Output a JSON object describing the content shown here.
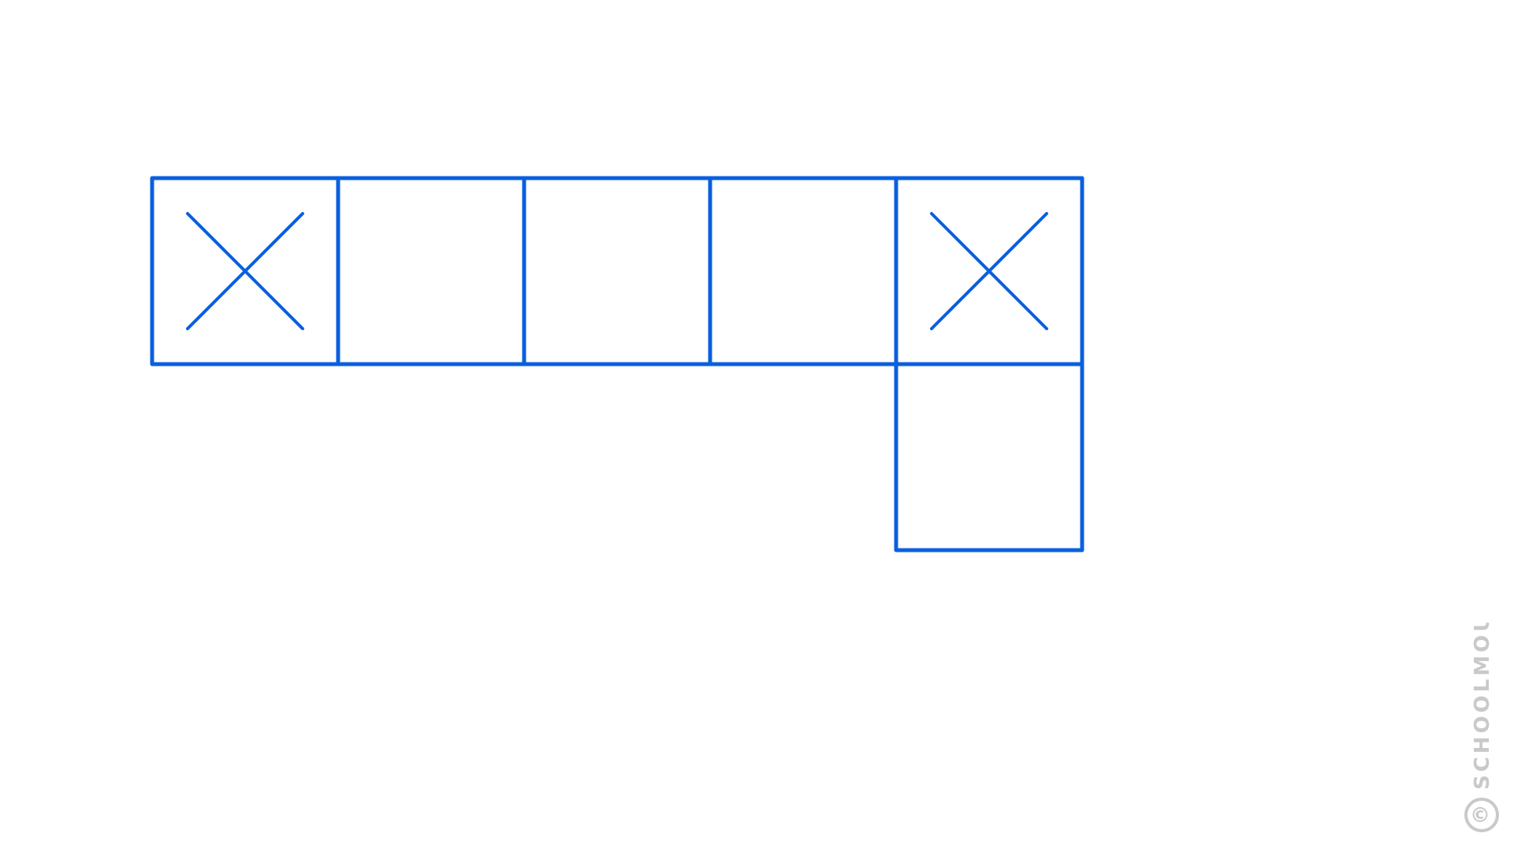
{
  "net": {
    "stroke_color": "#0a5fe0",
    "rows": [
      {
        "cells": [
          "crossed",
          "plain",
          "plain",
          "plain",
          "crossed"
        ]
      },
      {
        "cells": [
          "empty",
          "empty",
          "empty",
          "empty",
          "plain"
        ]
      }
    ]
  },
  "watermark": {
    "text": "SCHOOLMOUV",
    "symbol": "©",
    "color": "#c9c9c9"
  }
}
